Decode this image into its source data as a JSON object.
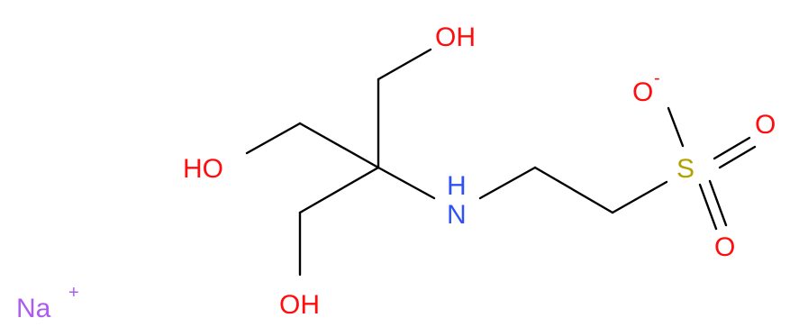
{
  "colors": {
    "bond": "#000000",
    "oxygen": "#ff0d0d",
    "nitrogen": "#3050f8",
    "sulfur": "#b2a200",
    "sodium": "#ab5cf2",
    "background": "#ffffff"
  },
  "atoms": {
    "oh_top": "OH",
    "oh_left": "HO",
    "oh_bottom": "OH",
    "n": "N",
    "h": "H",
    "s": "S",
    "o_minus": "O",
    "o_minus_charge": "-",
    "o_double_1": "O",
    "o_double_2": "O",
    "na": "Na",
    "na_charge": "+"
  }
}
